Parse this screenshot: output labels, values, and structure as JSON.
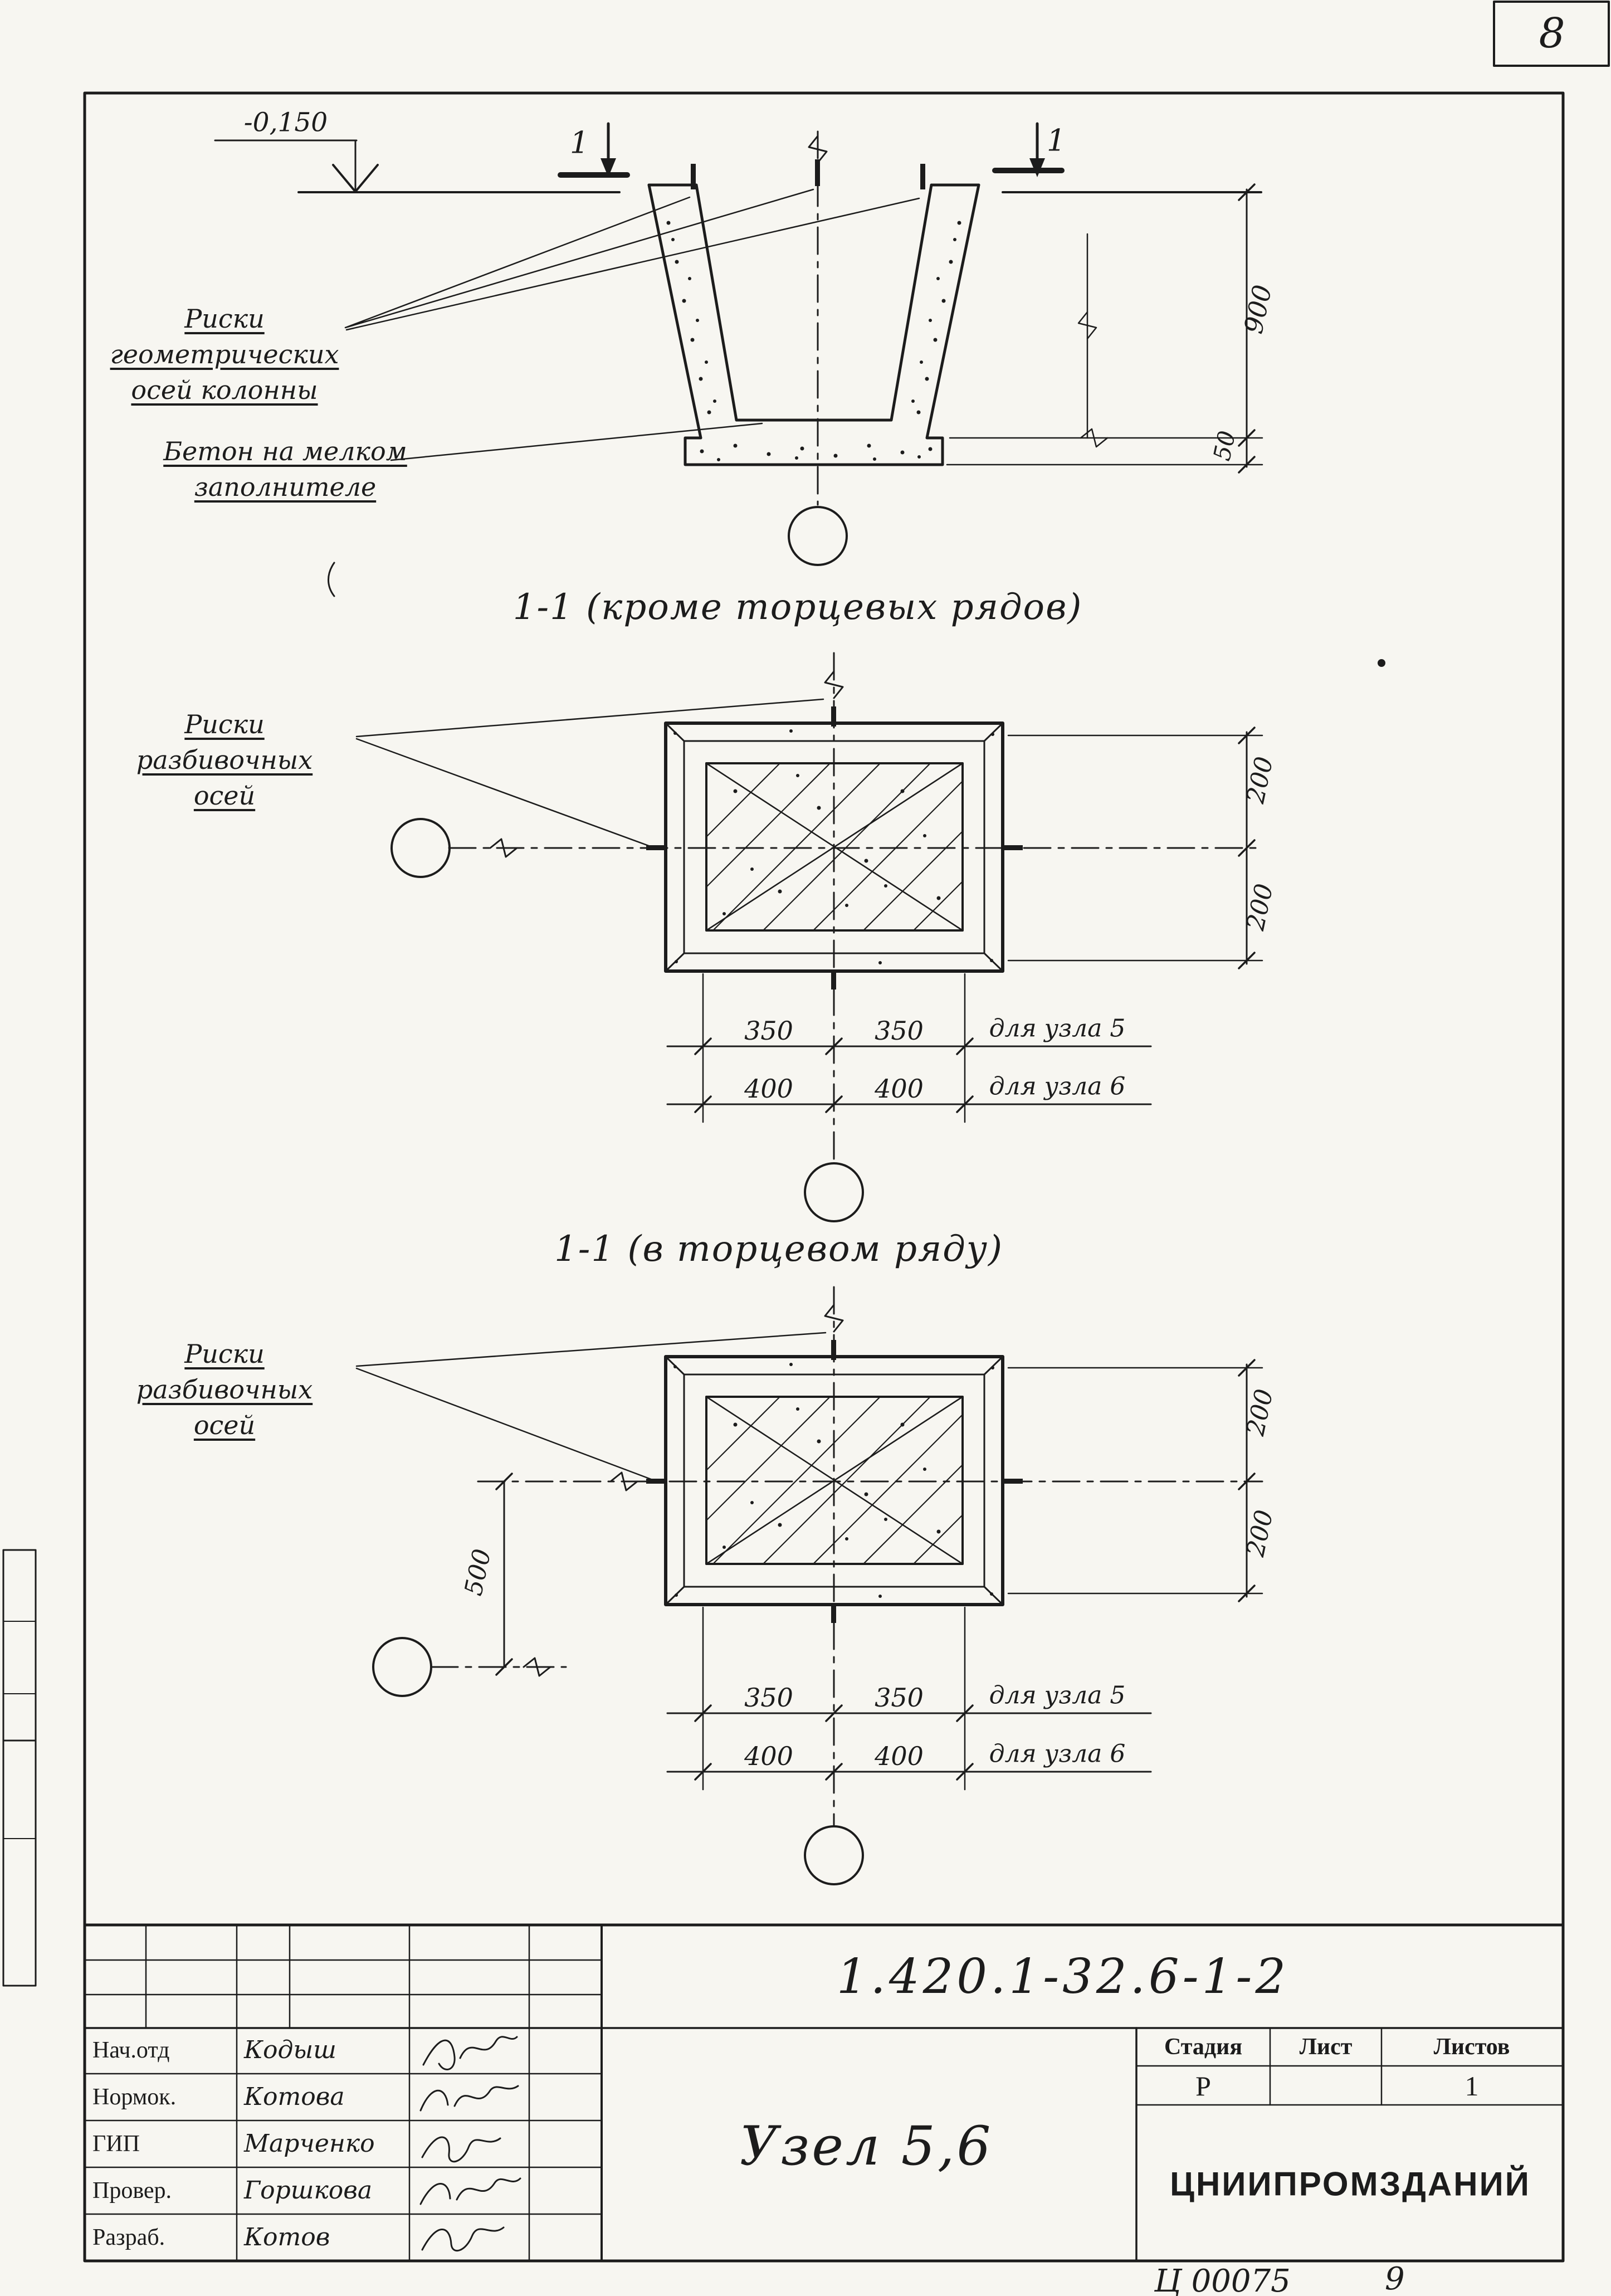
{
  "page": {
    "sheet_number": "8",
    "stamp_left": "Ц 00075",
    "stamp_right": "9"
  },
  "section_view": {
    "level_mark": "-0,150",
    "cut_label": "1",
    "label_column_axes": [
      "Риски геометрических",
      "осей колонны"
    ],
    "label_concrete": [
      "Бетон на мелком",
      "заполнителе"
    ],
    "dim_depth": "900",
    "dim_slab": "50"
  },
  "plan_end_excluded": {
    "title": "1-1 (кроме торцевых рядов)",
    "label_axes": [
      "Риски разбивочных",
      "осей"
    ],
    "dim_top": "200",
    "dim_bottom": "200",
    "node5": {
      "d1": "350",
      "d2": "350",
      "note": "для узла 5"
    },
    "node6": {
      "d1": "400",
      "d2": "400",
      "note": "для узла 6"
    }
  },
  "plan_end_row": {
    "title": "1-1 (в торцевом ряду)",
    "label_axes": [
      "Риски разбивочных",
      "осей"
    ],
    "dim_offset": "500",
    "dim_top": "200",
    "dim_bottom": "200",
    "node5": {
      "d1": "350",
      "d2": "350",
      "note": "для узла 5"
    },
    "node6": {
      "d1": "400",
      "d2": "400",
      "note": "для узла 6"
    }
  },
  "title_block": {
    "doc_number": "1.420.1-32.6-1-2",
    "subject": "Узел 5,6",
    "organization": "ЦНИИПРОМЗДАНИЙ",
    "stage": {
      "header": "Стадия",
      "value": "Р"
    },
    "sheet": {
      "header": "Лист",
      "value": ""
    },
    "sheets": {
      "header": "Листов",
      "value": "1"
    },
    "staff": [
      {
        "role": "Нач.отд",
        "name": "Кодыш"
      },
      {
        "role": "Нормок.",
        "name": "Котова"
      },
      {
        "role": "ГИП",
        "name": "Марченко"
      },
      {
        "role": "Провер.",
        "name": "Горшкова"
      },
      {
        "role": "Разраб.",
        "name": "Котов"
      }
    ]
  }
}
